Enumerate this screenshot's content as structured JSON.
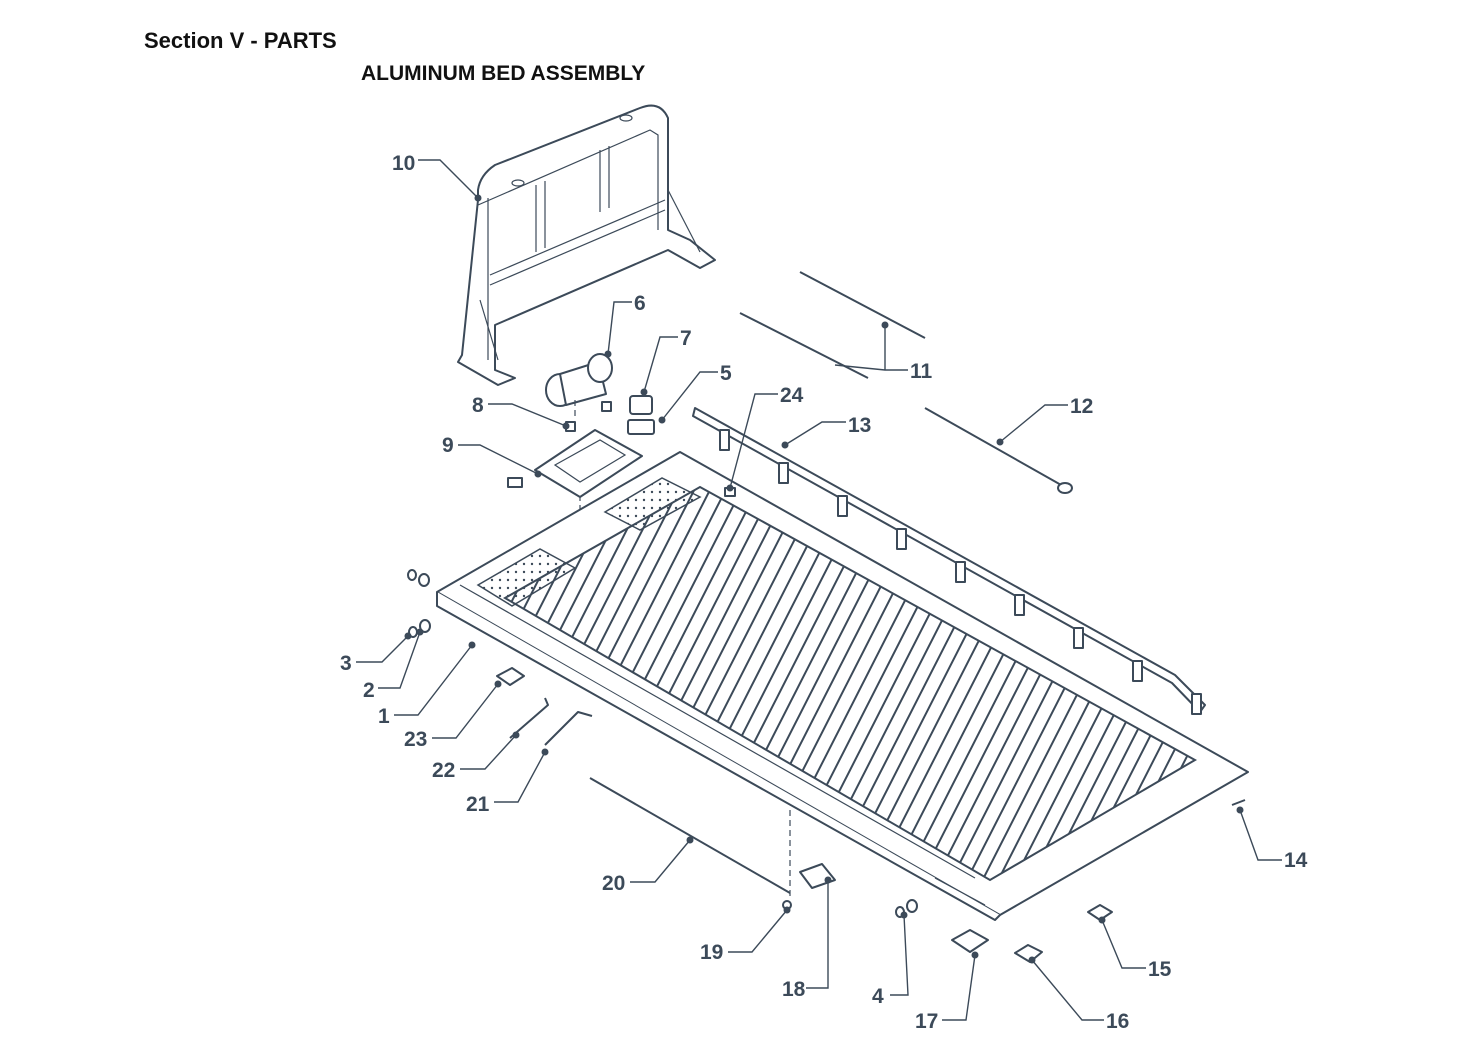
{
  "header": {
    "section_title": "Section V - PARTS",
    "assembly_title": "ALUMINUM BED ASSEMBLY"
  },
  "callouts": [
    "1",
    "2",
    "3",
    "4",
    "5",
    "6",
    "7",
    "8",
    "9",
    "10",
    "11",
    "12",
    "13",
    "14",
    "15",
    "16",
    "17",
    "18",
    "19",
    "20",
    "21",
    "22",
    "23",
    "24"
  ],
  "colors": {
    "ink": "#3c4a59",
    "title": "#111111"
  }
}
